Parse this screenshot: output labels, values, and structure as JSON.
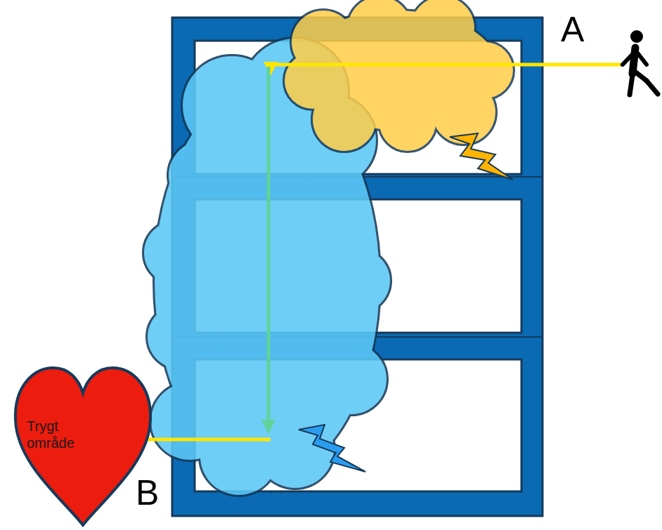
{
  "diagram": {
    "nodes": [
      {
        "text": [
          "Trygt område"
        ]
      }
    ],
    "labels": [
      "A",
      "B"
    ]
  }
}
